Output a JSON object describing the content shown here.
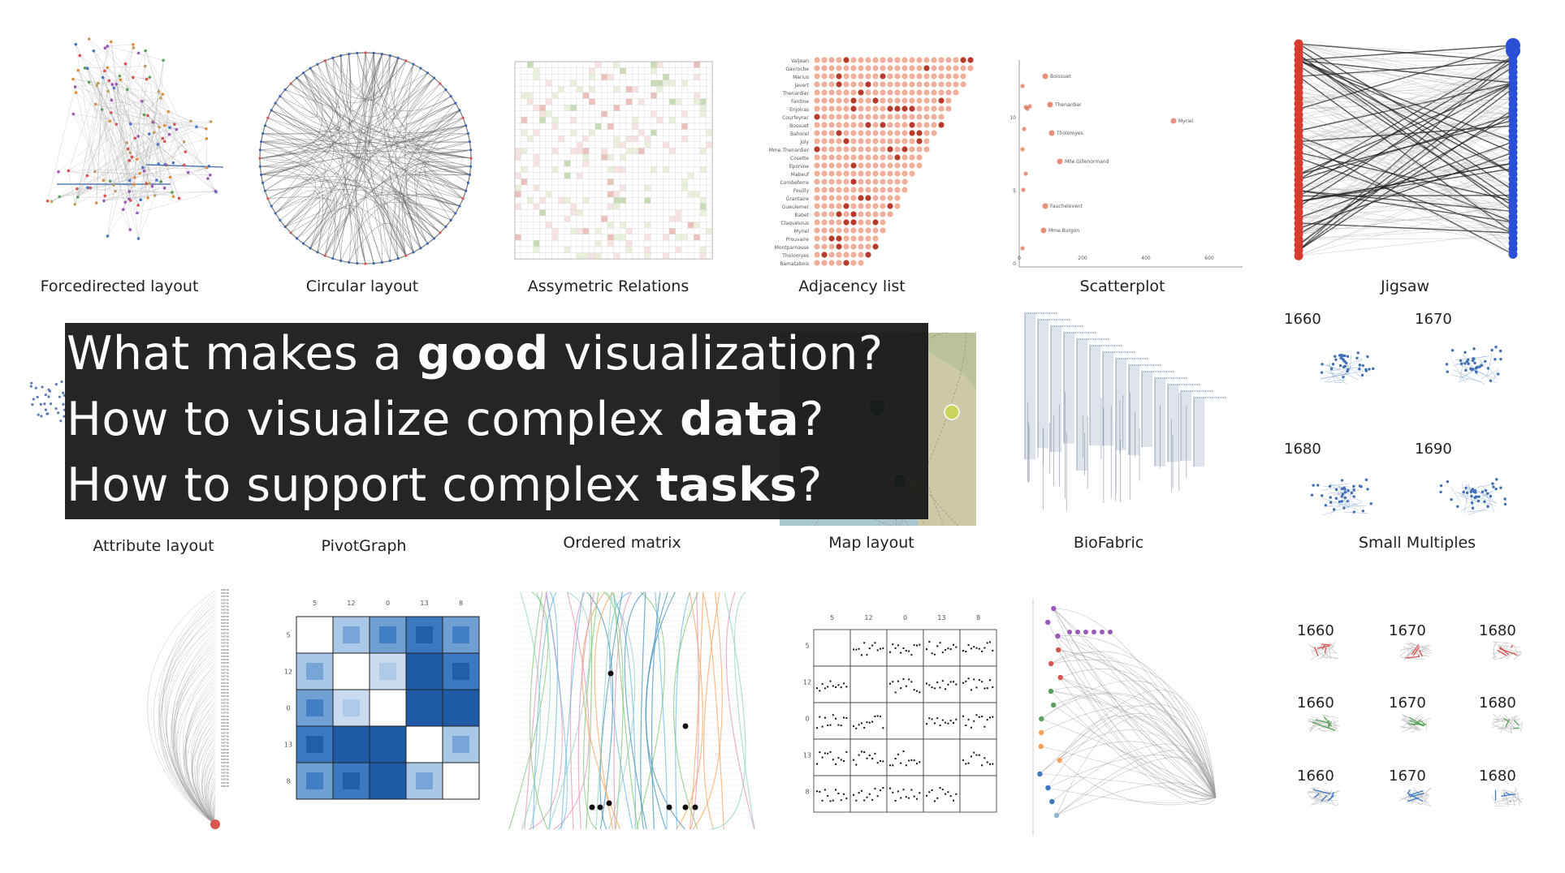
{
  "captions": {
    "forcedirected": "Forcedirected layout",
    "circular": "Circular layout",
    "assymetric": "Assymetric Relations",
    "adjacency": "Adjacency list",
    "scatterplot": "Scatterplot",
    "jigsaw": "Jigsaw",
    "attribute": "Attribute layout",
    "pivotgraph": "PivotGraph",
    "ordered_matrix": "Ordered matrix",
    "map": "Map layout",
    "biofabric": "BioFabric",
    "small_multiples": "Small Multiples"
  },
  "questions": [
    {
      "before": "What makes a ",
      "bold": "good",
      "after": " visualization?"
    },
    {
      "before": "How to visualize complex ",
      "bold": "data",
      "after": "?"
    },
    {
      "before": "How to support complex ",
      "bold": "tasks",
      "after": "?"
    }
  ],
  "small_multiples_years": [
    "1660",
    "1670",
    "1680",
    "1690"
  ],
  "grid_years": {
    "row1": [
      "1660",
      "1670",
      "1680"
    ],
    "row2": [
      "1660",
      "1670",
      "1680"
    ],
    "row3": [
      "1660",
      "1670",
      "1680"
    ]
  },
  "adjacency_names": [
    "Valjean",
    "Gavroche",
    "Marius",
    "Javert",
    "Thenardier",
    "Fantine",
    "Enjolras",
    "Courfeyrac",
    "Bossuet",
    "Bahorel",
    "Joly",
    "Mme.Thenardier",
    "Cosette",
    "Eponine",
    "Mabeuf",
    "Combeferre",
    "Feuilly",
    "Grantaire",
    "Gueulemer",
    "Babet",
    "Claquesous",
    "Myriel",
    "Prouvaire",
    "Montparnasse",
    "Tholomyes",
    "Bamatabois"
  ],
  "scatter_labels": [
    "Boissuet",
    "Thenardier",
    "Myriel",
    "Tholomyes",
    "Mlle.Gillenormand",
    "Fauchelevent",
    "Mme.Burgon"
  ],
  "scatter_ticks": {
    "x": [
      "0",
      "200",
      "400",
      "600"
    ],
    "y": [
      "10",
      "5",
      "0"
    ]
  },
  "matrix_headers": [
    "5",
    "12",
    "0",
    "13",
    "8"
  ],
  "colors": {
    "banner": "#141414",
    "blue": "#2c66a8",
    "red": "#e0533a",
    "text": "#222222"
  }
}
